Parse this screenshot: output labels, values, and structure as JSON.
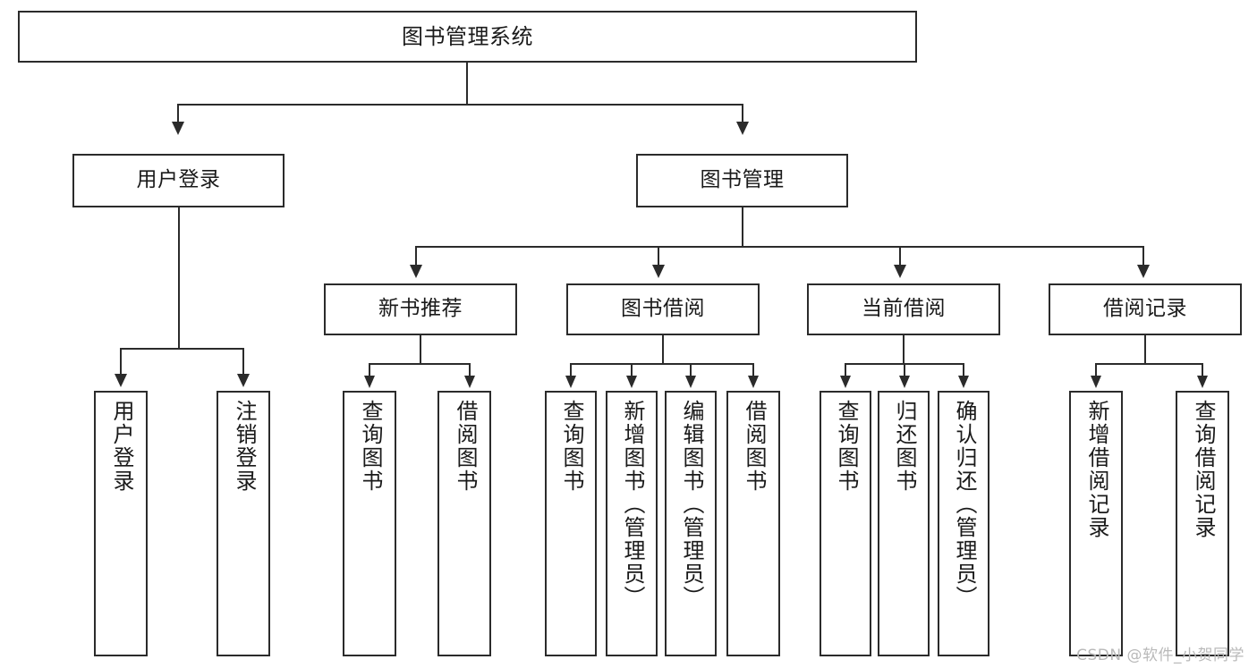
{
  "diagram": {
    "type": "tree-hierarchy",
    "title": "图书管理系统",
    "watermark": "CSDN @软件_小贺同学",
    "levels": 4,
    "nodes": {
      "root": {
        "label": "图书管理系统"
      },
      "level2": [
        {
          "id": "user-login",
          "label": "用户登录"
        },
        {
          "id": "book-manage",
          "label": "图书管理"
        }
      ],
      "level3": [
        {
          "id": "new-book-recommend",
          "label": "新书推荐",
          "parent": "book-manage"
        },
        {
          "id": "book-borrow",
          "label": "图书借阅",
          "parent": "book-manage"
        },
        {
          "id": "current-borrow",
          "label": "当前借阅",
          "parent": "book-manage"
        },
        {
          "id": "borrow-record",
          "label": "借阅记录",
          "parent": "book-manage"
        }
      ],
      "leaves": {
        "user-login": [
          {
            "id": "leaf-user-login",
            "label": "用户登录"
          },
          {
            "id": "leaf-logout-login",
            "label": "注销登录"
          }
        ],
        "new-book-recommend": [
          {
            "id": "leaf-query-book-1",
            "label": "查询图书"
          },
          {
            "id": "leaf-borrow-book-1",
            "label": "借阅图书"
          }
        ],
        "book-borrow": [
          {
            "id": "leaf-query-book-2",
            "label": "查询图书"
          },
          {
            "id": "leaf-add-book",
            "label": "新增图书（管理员）"
          },
          {
            "id": "leaf-edit-book",
            "label": "编辑图书（管理员）"
          },
          {
            "id": "leaf-borrow-book-2",
            "label": "借阅图书"
          }
        ],
        "current-borrow": [
          {
            "id": "leaf-query-book-3",
            "label": "查询图书"
          },
          {
            "id": "leaf-return-book",
            "label": "归还图书"
          },
          {
            "id": "leaf-confirm-return",
            "label": "确认归还（管理员）"
          }
        ],
        "borrow-record": [
          {
            "id": "leaf-add-record",
            "label": "新增借阅记录"
          },
          {
            "id": "leaf-query-record",
            "label": "查询借阅记录"
          }
        ]
      }
    },
    "colors": {
      "stroke": "#2b2b2b",
      "fill": "#ffffff",
      "text": "#1a1a1a",
      "watermark": "#b9b9b9"
    }
  }
}
